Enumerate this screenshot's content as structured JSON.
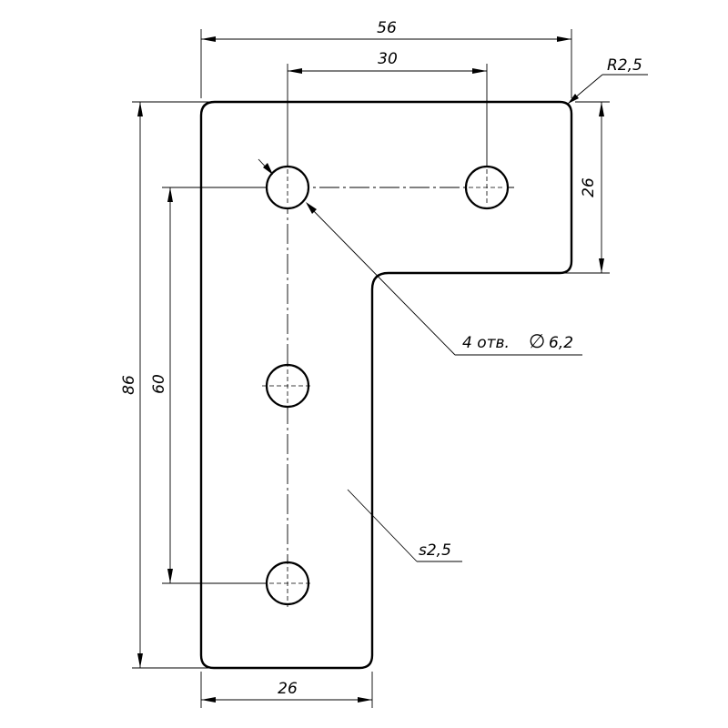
{
  "drawing": {
    "dimensions": {
      "overall_width": "56",
      "hole_spacing_horizontal": "30",
      "corner_radius": "R2,5",
      "top_arm_height": "26",
      "overall_height": "86",
      "hole_spacing_vertical": "60",
      "bottom_width": "26"
    },
    "callouts": {
      "holes": "4  отв.",
      "hole_diameter": "6,2",
      "diameter_symbol": "∅",
      "thickness": "s2,5"
    }
  }
}
